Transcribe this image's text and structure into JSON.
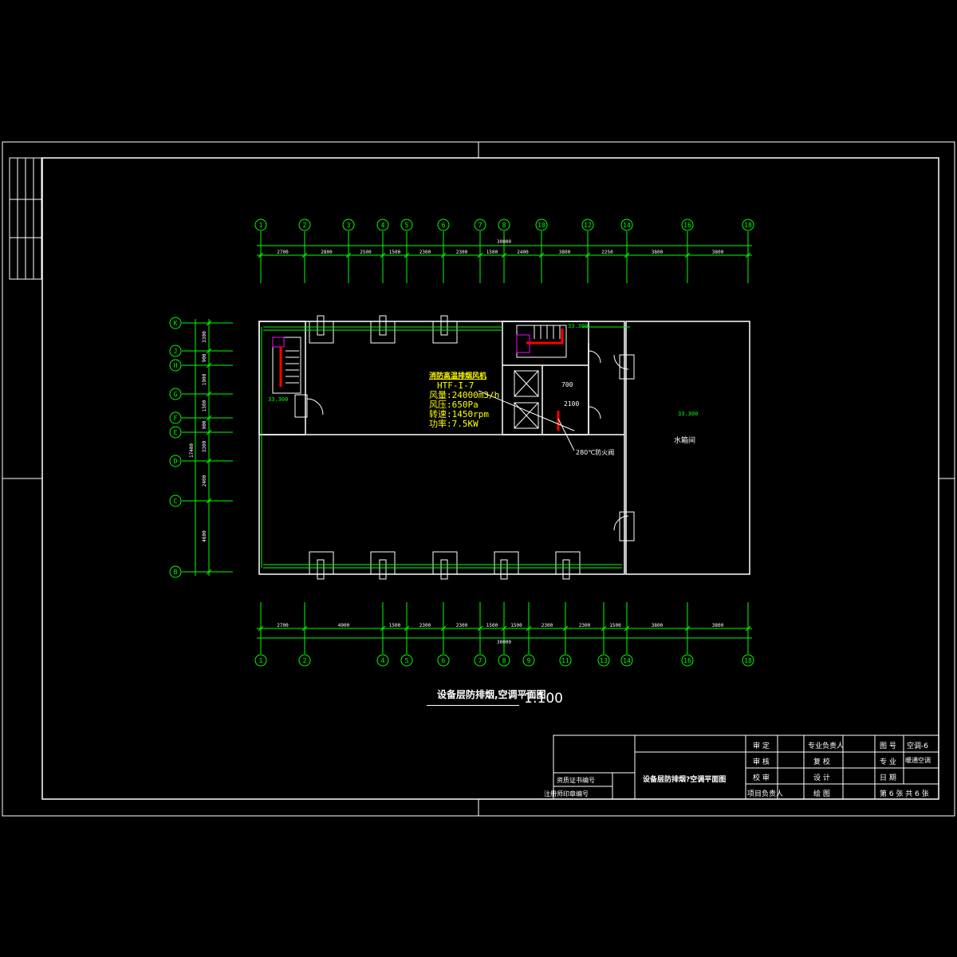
{
  "axes_top": [
    "1",
    "2",
    "3",
    "4",
    "5",
    "6",
    "7",
    "8",
    "10",
    "12",
    "14",
    "16",
    "18"
  ],
  "axes_bottom": [
    "1",
    "2",
    "4",
    "5",
    "6",
    "7",
    "8",
    "9",
    "11",
    "13",
    "14",
    "16",
    "18"
  ],
  "axes_left": [
    "K",
    "J",
    "H",
    "G",
    "F",
    "E",
    "D",
    "C",
    "B"
  ],
  "dims_top": [
    "2700",
    "2800",
    "2500",
    "1500",
    "2300",
    "2300",
    "1500",
    "2400",
    "3800",
    "2250",
    "3800",
    "3800"
  ],
  "dims_top_total": "30000",
  "dims_bottom": [
    "2700",
    "4900",
    "1500",
    "2300",
    "2300",
    "1500",
    "1500",
    "2300",
    "2300",
    "1500",
    "3800",
    "3800"
  ],
  "dims_bottom_total": "30000",
  "dims_left": [
    "3300",
    "900",
    "1900",
    "1500",
    "900",
    "3300",
    "2400",
    "4600"
  ],
  "dims_left_total": "17400",
  "fan": {
    "title": "消防高温排烟风机",
    "model": "HTF-I-7",
    "airflow": "风量:24000m3/h",
    "pressure": "风压:650Pa",
    "speed": "转速:1450rpm",
    "power": "功率:7.5KW"
  },
  "labels": {
    "water_room": "水箱间",
    "elev_top": "33.300",
    "stair_left": "33.300",
    "room_right": "33.300",
    "damper": "280℃防火阀",
    "dim_700": "700",
    "dim_2100": "2100"
  },
  "drawing_title": "设备层防排烟,空调平面图",
  "scale": "1:100",
  "title_block": {
    "approve": "审 定",
    "review": "审 核",
    "check": "校 审",
    "project_lead": "项目负责人",
    "discipline_lead": "专业负责人",
    "recheck": "复 校",
    "design": "设 计",
    "draw": "绘 图",
    "drawing_no_label": "图 号",
    "drawing_no": "空调-6",
    "discipline_label": "专 业",
    "discipline": "暖通空调",
    "date_label": "日 期",
    "sheet": "第 6 张 共 6 张",
    "center_title": "设备层防排烟?空调平面图",
    "cert_a": "资质证书编号",
    "cert_b": "注册师印章编号"
  },
  "colors": {
    "background": "#000000",
    "grid": "#00ff00",
    "wall": "#ffffff",
    "annotation": "#ffff00",
    "duct": "#ff0000",
    "equipment": "#ff00ff"
  }
}
